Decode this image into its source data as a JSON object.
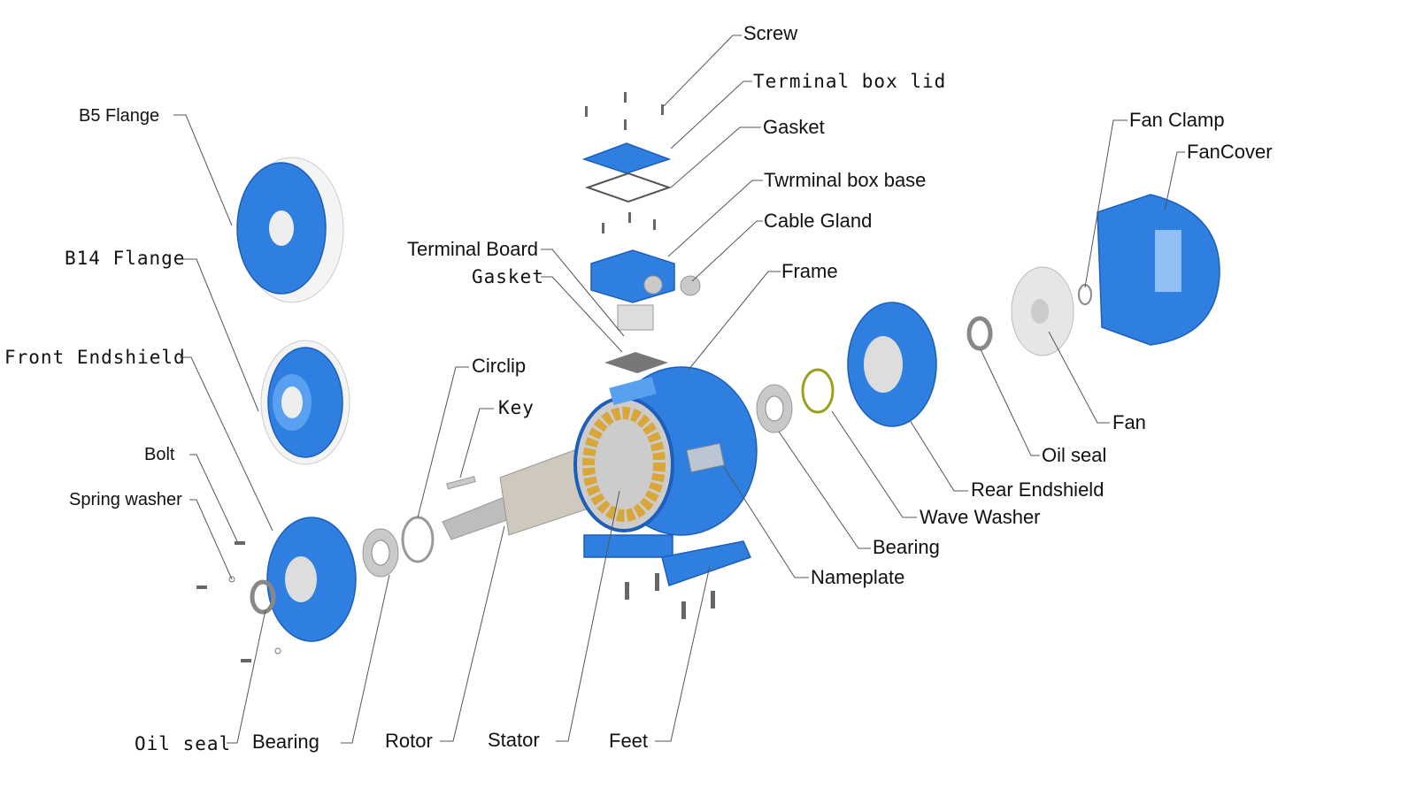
{
  "colors": {
    "part_blue": "#2f7fe0",
    "winding": "#d9a63a",
    "steel": "#c9c9c9"
  },
  "labels": {
    "screw": "Screw",
    "terminal_box_lid": "Terminal box lid",
    "gasket_top": "Gasket",
    "terminal_box_base": "Twrminal box base",
    "cable_gland": "Cable Gland",
    "frame": "Frame",
    "fan_clamp": "Fan Clamp",
    "fan_cover": "FanCover",
    "fan": "Fan",
    "oil_seal_rear": "Oil seal",
    "rear_endshield": "Rear Endshield",
    "wave_washer": "Wave Washer",
    "bearing_rear": "Bearing",
    "nameplate": "Nameplate",
    "b5_flange": "B5 Flange",
    "b14_flange": "B14 Flange",
    "front_endshield": "Front Endshield",
    "bolt": "Bolt",
    "spring_washer": "Spring washer",
    "terminal_board": "Terminal Board",
    "gasket_board": "Gasket",
    "circlip": "Circlip",
    "key": "Key",
    "oil_seal_front": "Oil seal",
    "bearing_front": "Bearing",
    "rotor": "Rotor",
    "stator": "Stator",
    "feet": "Feet"
  }
}
